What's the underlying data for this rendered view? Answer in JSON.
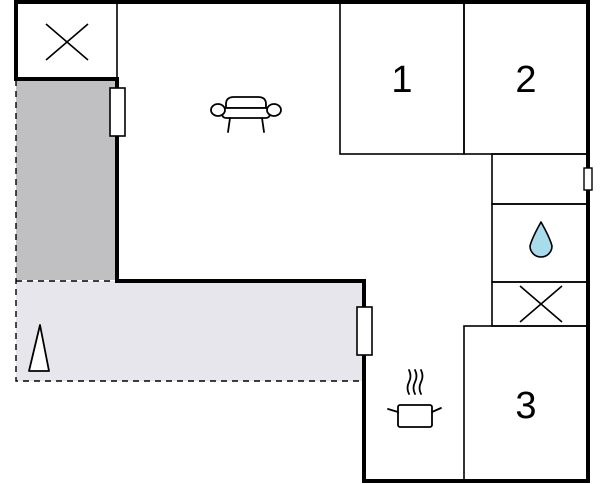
{
  "rooms": [
    {
      "id": "bedroom-1",
      "label": "1"
    },
    {
      "id": "bedroom-2",
      "label": "2"
    },
    {
      "id": "bedroom-3",
      "label": "3"
    }
  ],
  "icons": {
    "living": "sofa-icon",
    "kitchen": "cooking-pot-icon",
    "bathroom": "water-drop-icon",
    "terrace": "parasol-icon",
    "storage": "cross-box-icon"
  },
  "colors": {
    "wall": "#000000",
    "covered_area": "#c0c0c2",
    "terrace": "#e6e6ec",
    "water_drop": "#a8dcec",
    "background": "#ffffff"
  }
}
